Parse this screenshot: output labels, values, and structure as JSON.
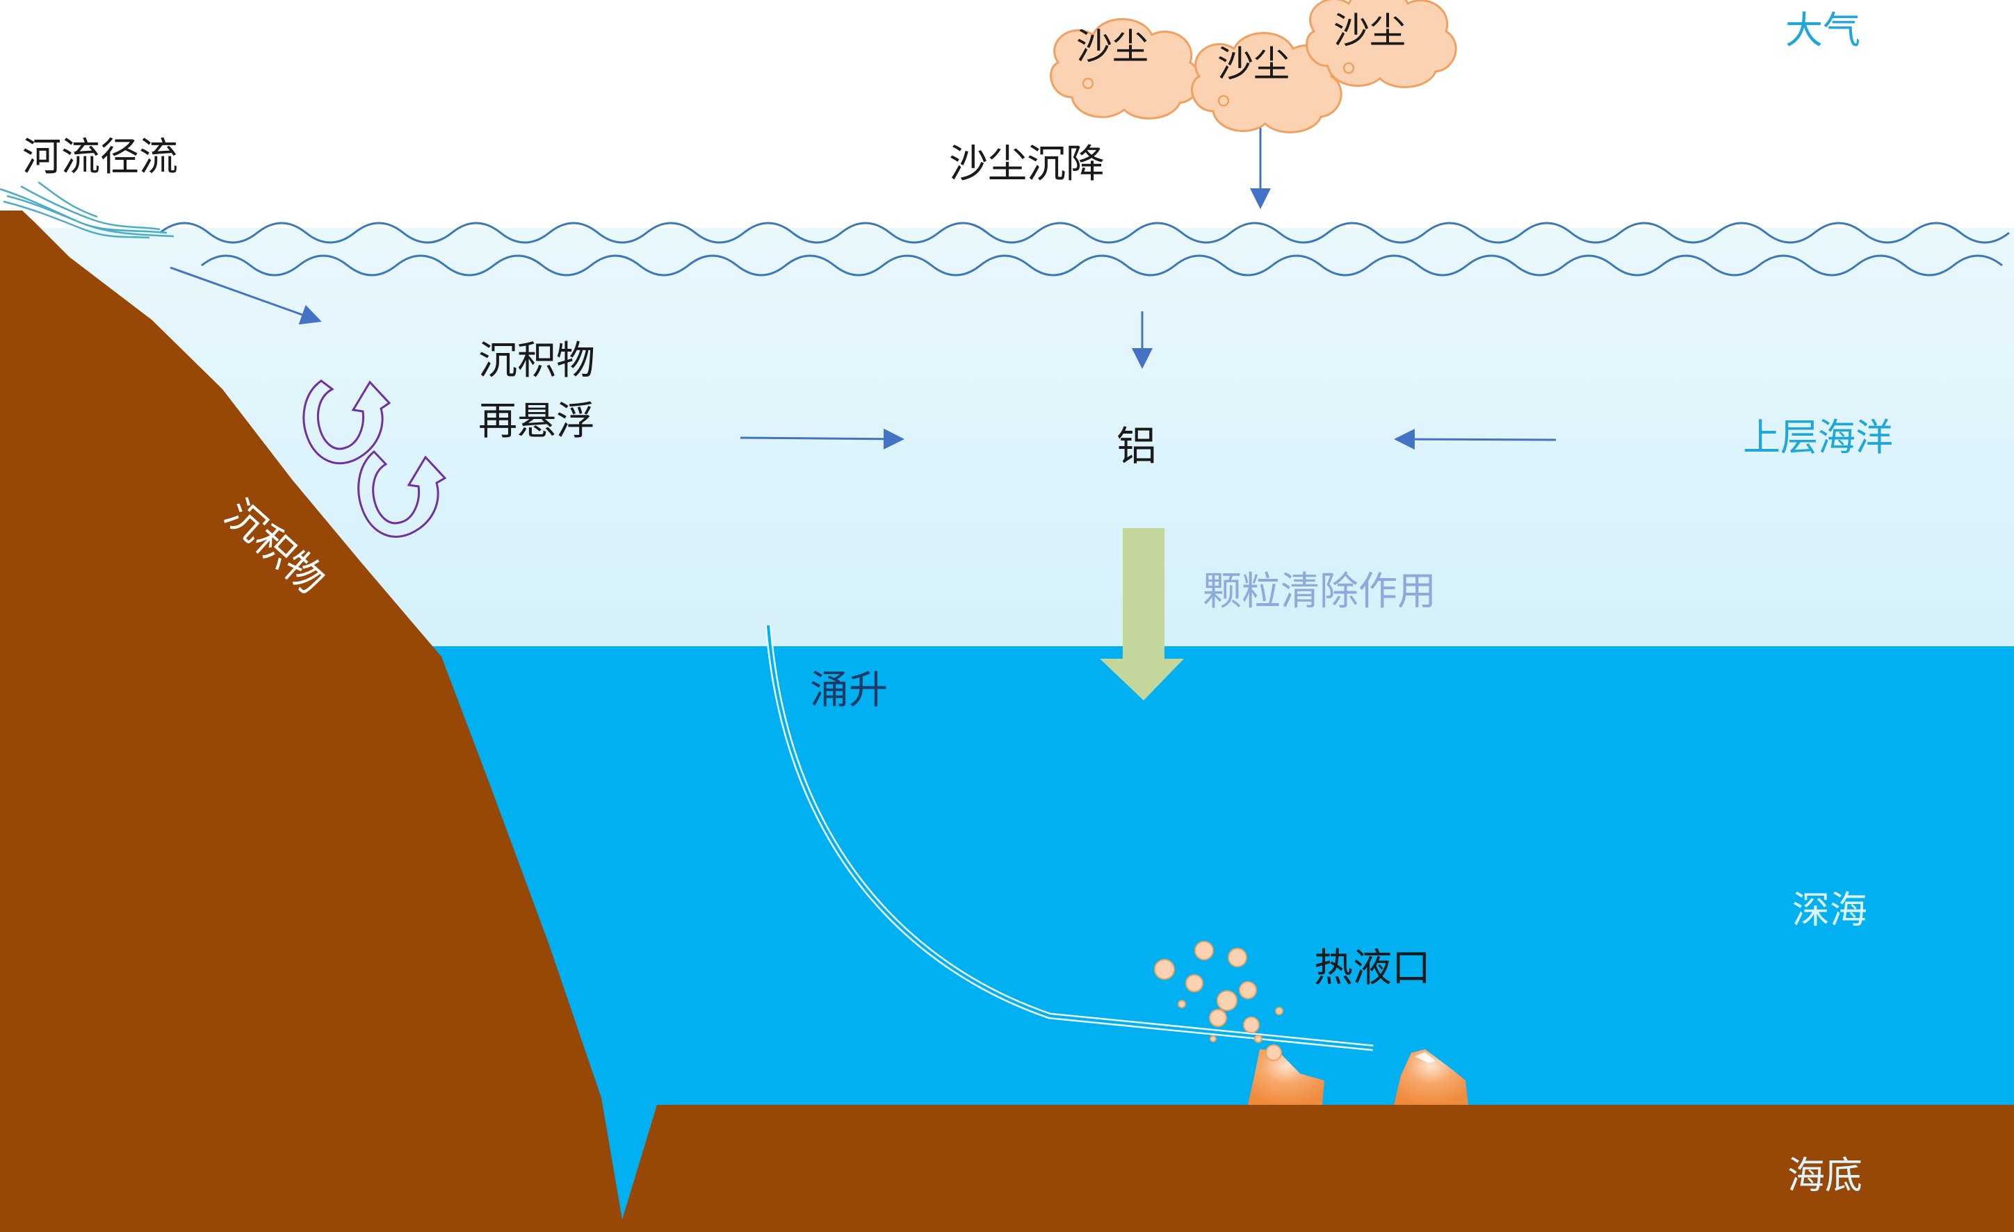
{
  "labels": {
    "atmosphere": "大气",
    "upper_ocean": "上层海洋",
    "deep_sea": "深海",
    "seafloor": "海底",
    "river_runoff": "河流径流",
    "dust_deposition": "沙尘沉降",
    "dust_clouds": [
      "沙尘",
      "沙尘",
      "沙尘"
    ],
    "sediment_resuspension_line1": "沉积物",
    "sediment_resuspension_line2": "再悬浮",
    "aluminum": "铝",
    "particle_scavenging": "颗粒清除作用",
    "upwelling": "涌升",
    "hydrothermal_vent": "热液口",
    "sediment": "沉积物"
  },
  "colors": {
    "region_label": "#1ea7d8",
    "land": "#974806",
    "deep_water": "#00b0f0",
    "upper_water": "#dff5fc",
    "arrow_blue": "#4472c4",
    "wave": "#3a78b8",
    "scavenging_arrow": "#c3d69b",
    "resuspension_arrow": "#7030a0",
    "vent": "#f59b58",
    "cloud_fill": "#fbd3b3",
    "cloud_stroke": "#f0a060",
    "river": "#4bacc6",
    "text_dark": "#1a1a1a",
    "scavenging_text": "#8ea9db",
    "upwelling_text": "#1f3864"
  }
}
